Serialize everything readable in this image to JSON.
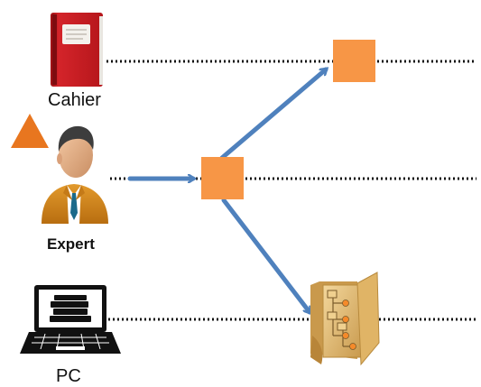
{
  "labels": {
    "cahier": "Cahier",
    "expert": "Expert",
    "pc": "PC"
  },
  "colors": {
    "box": "#f79646",
    "arrow": "#4f81bd",
    "dotted_line": "#111111",
    "book": "#c8161d",
    "folder": "#e8c27a",
    "triangle": "#e8761f"
  },
  "icons": [
    "notebook-icon",
    "expert-person-icon",
    "laptop-icon",
    "folder-tree-icon",
    "triangle-marker-icon"
  ]
}
